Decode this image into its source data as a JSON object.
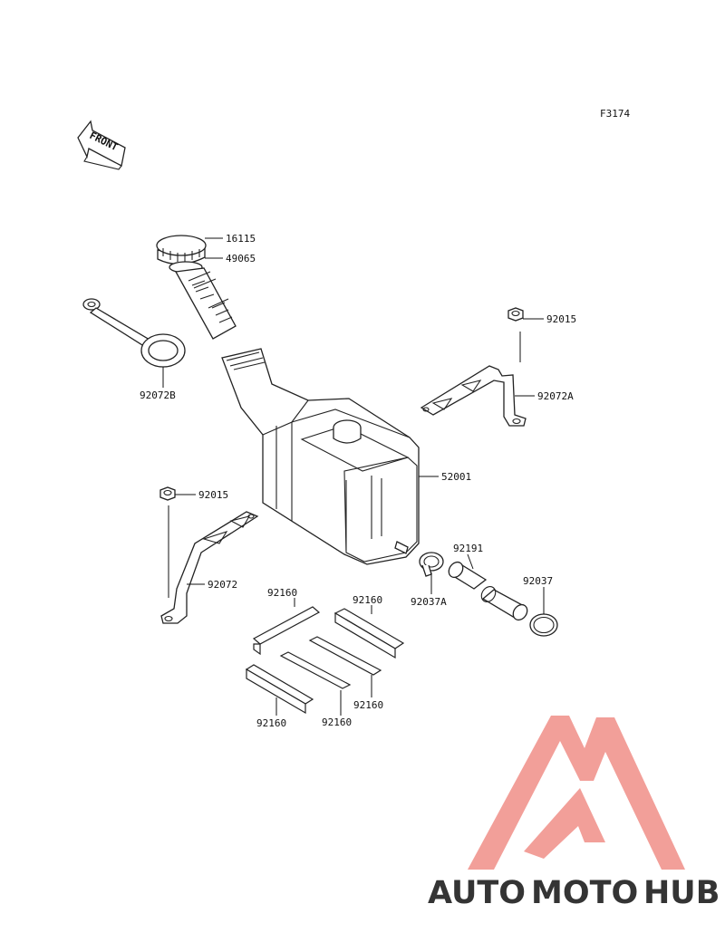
{
  "diagram": {
    "figure_code": "F3174",
    "front_label": "FRONT",
    "callouts": [
      {
        "id": "cap",
        "part": "16115"
      },
      {
        "id": "strainer",
        "part": "49065"
      },
      {
        "id": "strap-left",
        "part": "92072B"
      },
      {
        "id": "nut-top",
        "part": "92015"
      },
      {
        "id": "bracket-right",
        "part": "92072A"
      },
      {
        "id": "tank",
        "part": "52001"
      },
      {
        "id": "nut-left",
        "part": "92015"
      },
      {
        "id": "bracket-left",
        "part": "92072"
      },
      {
        "id": "hose",
        "part": "92191"
      },
      {
        "id": "clamp",
        "part": "92037A"
      },
      {
        "id": "ring",
        "part": "92037"
      },
      {
        "id": "pad-1",
        "part": "92160"
      },
      {
        "id": "pad-2",
        "part": "92160"
      },
      {
        "id": "pad-3",
        "part": "92160"
      },
      {
        "id": "pad-4",
        "part": "92160"
      },
      {
        "id": "pad-5",
        "part": "92160"
      }
    ]
  },
  "watermark": {
    "brand_part1": "AUTO",
    "brand_part2": "MOTO",
    "brand_part3": "HUB",
    "color_orange": "#f6b35a",
    "color_red": "#f08f88",
    "color_gray": "#8a8a8a"
  }
}
